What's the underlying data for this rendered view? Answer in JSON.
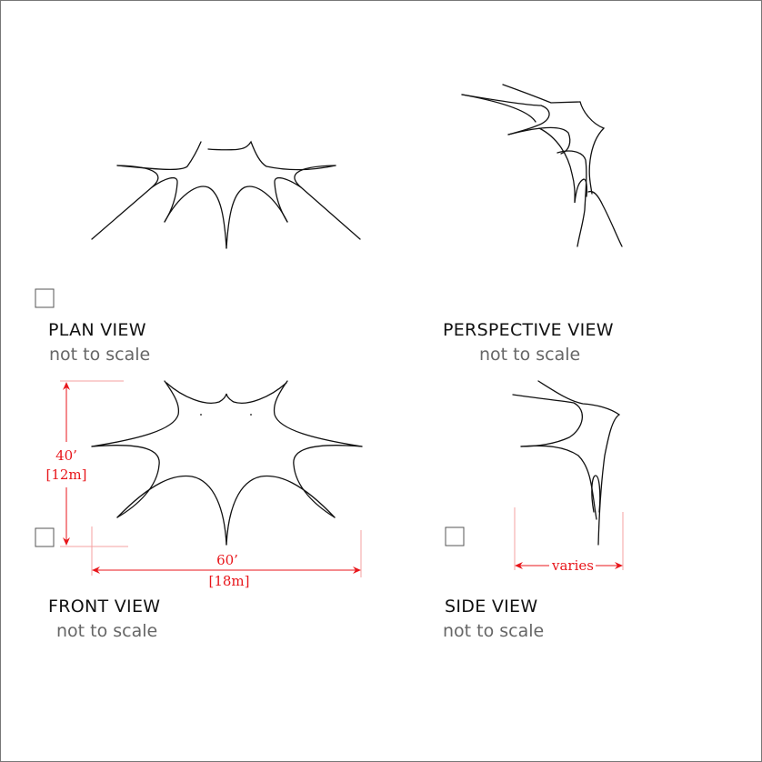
{
  "views": {
    "plan": {
      "title": "PLAN VIEW",
      "subtitle": "not to scale"
    },
    "perspective": {
      "title": "PERSPECTIVE VIEW",
      "subtitle": "not to scale"
    },
    "front": {
      "title": "FRONT VIEW",
      "subtitle": "not to scale"
    },
    "side": {
      "title": "SIDE VIEW",
      "subtitle": "not to scale"
    }
  },
  "dimensions": {
    "height_ft": "40’",
    "height_m": "[12m]",
    "width_ft": "60’",
    "width_m": "[18m]",
    "side_width": "varies"
  },
  "colors": {
    "dimension": "#e8161b",
    "outline": "#111111"
  }
}
